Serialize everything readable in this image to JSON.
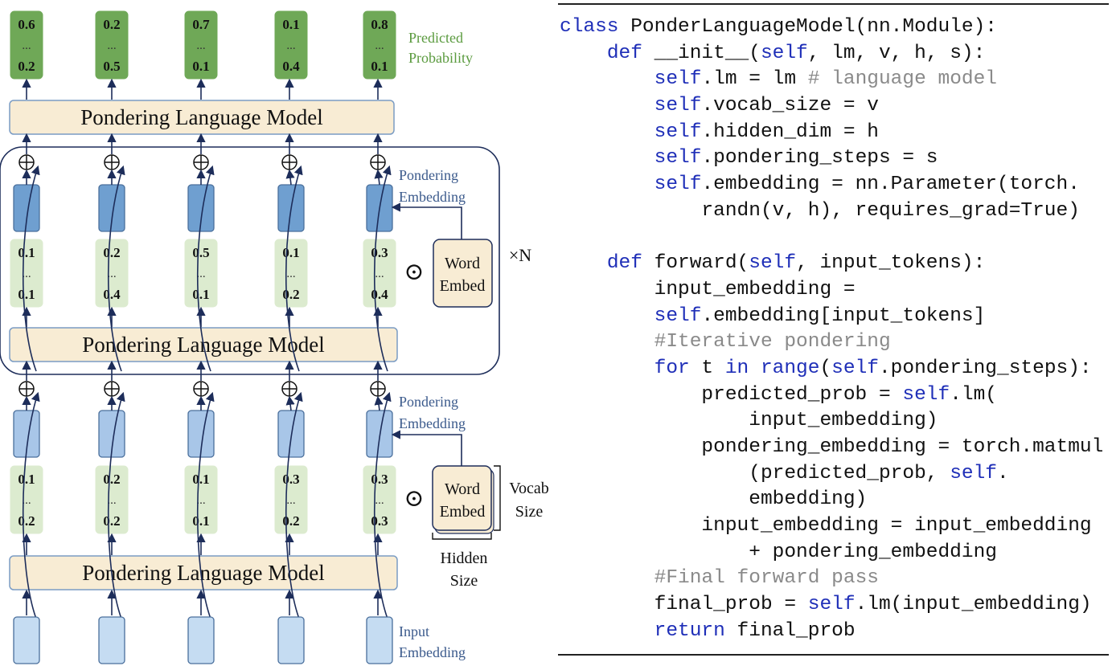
{
  "diagram": {
    "lm_label": "Pondering Language Model",
    "top_probs": [
      [
        "0.6",
        "0.2"
      ],
      [
        "0.2",
        "0.5"
      ],
      [
        "0.7",
        "0.1"
      ],
      [
        "0.1",
        "0.4"
      ],
      [
        "0.8",
        "0.1"
      ]
    ],
    "mid_probs": [
      [
        "0.1",
        "0.1"
      ],
      [
        "0.2",
        "0.4"
      ],
      [
        "0.5",
        "0.1"
      ],
      [
        "0.1",
        "0.2"
      ],
      [
        "0.3",
        "0.4"
      ]
    ],
    "low_probs": [
      [
        "0.1",
        "0.2"
      ],
      [
        "0.2",
        "0.2"
      ],
      [
        "0.1",
        "0.1"
      ],
      [
        "0.3",
        "0.2"
      ],
      [
        "0.3",
        "0.3"
      ]
    ],
    "dots": "...",
    "predicted_probability": [
      "Predicted",
      "Probability"
    ],
    "pondering_embedding": [
      "Pondering",
      "Embedding"
    ],
    "input_embedding": [
      "Input",
      "Embedding"
    ],
    "word_embed": [
      "Word",
      "Embed"
    ],
    "times_n": "×N",
    "vocab_size": [
      "Vocab",
      "Size"
    ],
    "hidden_size": [
      "Hidden",
      "Size"
    ],
    "hadamard_symbol": "⊙",
    "plus_symbol": "⊕",
    "colors": {
      "prob_top": "#6fa857",
      "prob_light": "#dcebcf",
      "lm_fill": "#f8ecd4",
      "embed_dark": "#6f9fd0",
      "embed_mid": "#a8c6e8",
      "embed_light": "#c5dcf2",
      "stroke": "#1d2d5a"
    }
  },
  "code": {
    "lines": [
      [
        {
          "t": "class",
          "k": "kw"
        },
        {
          "t": " PonderLanguageModel(nn.Module):"
        }
      ],
      [
        {
          "t": "    "
        },
        {
          "t": "def",
          "k": "kw"
        },
        {
          "t": " __init__("
        },
        {
          "t": "self",
          "k": "kw"
        },
        {
          "t": ", lm, v, h, s):"
        }
      ],
      [
        {
          "t": "        "
        },
        {
          "t": "self",
          "k": "kw"
        },
        {
          "t": ".lm = lm "
        },
        {
          "t": "# language model",
          "k": "cm"
        }
      ],
      [
        {
          "t": "        "
        },
        {
          "t": "self",
          "k": "kw"
        },
        {
          "t": ".vocab_size = v"
        }
      ],
      [
        {
          "t": "        "
        },
        {
          "t": "self",
          "k": "kw"
        },
        {
          "t": ".hidden_dim = h"
        }
      ],
      [
        {
          "t": "        "
        },
        {
          "t": "self",
          "k": "kw"
        },
        {
          "t": ".pondering_steps = s"
        }
      ],
      [
        {
          "t": "        "
        },
        {
          "t": "self",
          "k": "kw"
        },
        {
          "t": ".embedding = nn.Parameter(torch."
        }
      ],
      [
        {
          "t": "            randn(v, h), requires_grad=True)"
        }
      ],
      [
        {
          "t": ""
        }
      ],
      [
        {
          "t": "    "
        },
        {
          "t": "def",
          "k": "kw"
        },
        {
          "t": " forward("
        },
        {
          "t": "self",
          "k": "kw"
        },
        {
          "t": ", input_tokens):"
        }
      ],
      [
        {
          "t": "        input_embedding ="
        }
      ],
      [
        {
          "t": "        "
        },
        {
          "t": "self",
          "k": "kw"
        },
        {
          "t": ".embedding[input_tokens]"
        }
      ],
      [
        {
          "t": "        "
        },
        {
          "t": "#Iterative pondering",
          "k": "cm"
        }
      ],
      [
        {
          "t": "        "
        },
        {
          "t": "for",
          "k": "kw"
        },
        {
          "t": " t "
        },
        {
          "t": "in",
          "k": "kw"
        },
        {
          "t": " "
        },
        {
          "t": "range",
          "k": "kw"
        },
        {
          "t": "("
        },
        {
          "t": "self",
          "k": "kw"
        },
        {
          "t": ".pondering_steps):"
        }
      ],
      [
        {
          "t": "            predicted_prob = "
        },
        {
          "t": "self",
          "k": "kw"
        },
        {
          "t": ".lm("
        }
      ],
      [
        {
          "t": "                input_embedding)"
        }
      ],
      [
        {
          "t": "            pondering_embedding = torch.matmul"
        }
      ],
      [
        {
          "t": "                (predicted_prob, "
        },
        {
          "t": "self",
          "k": "kw"
        },
        {
          "t": "."
        }
      ],
      [
        {
          "t": "                embedding)"
        }
      ],
      [
        {
          "t": "            input_embedding = input_embedding"
        }
      ],
      [
        {
          "t": "                + pondering_embedding"
        }
      ],
      [
        {
          "t": "        "
        },
        {
          "t": "#Final forward pass",
          "k": "cm"
        }
      ],
      [
        {
          "t": "        final_prob = "
        },
        {
          "t": "self",
          "k": "kw"
        },
        {
          "t": ".lm(input_embedding)"
        }
      ],
      [
        {
          "t": "        "
        },
        {
          "t": "return",
          "k": "kw"
        },
        {
          "t": " final_prob"
        }
      ]
    ]
  }
}
